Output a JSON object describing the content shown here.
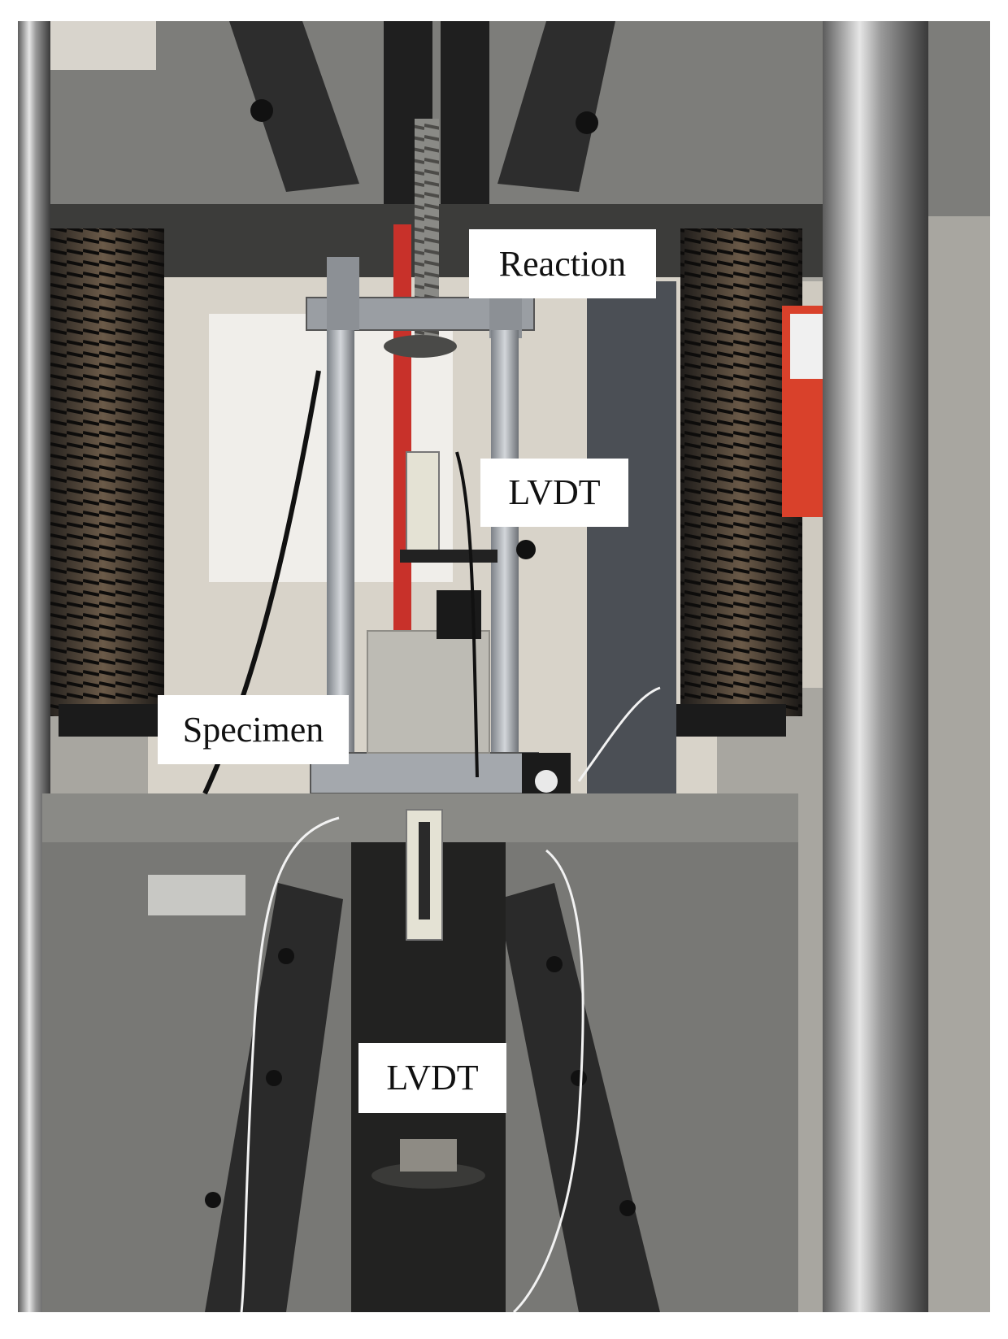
{
  "labels": {
    "reaction": "Reaction",
    "lvdt_top": "LVDT",
    "specimen": "Specimen",
    "lvdt_bottom": "LVDT"
  },
  "colors": {
    "machine_gray": "#7a7a78",
    "dark_steel": "#2e2e2e",
    "red_rod": "#c8312a",
    "copper_clamp": "#d9701e",
    "concrete": "#bdbbb4",
    "label_bg": "#ffffff"
  }
}
